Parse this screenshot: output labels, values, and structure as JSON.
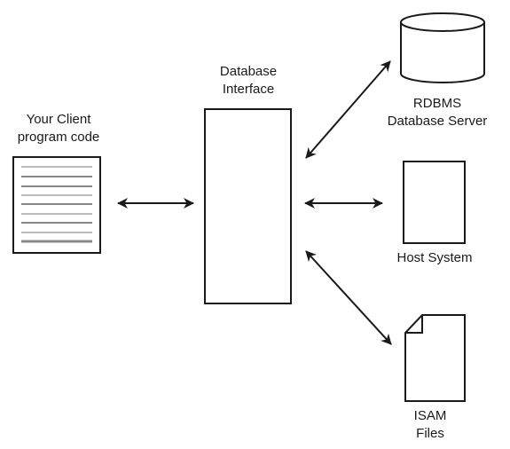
{
  "nodes": {
    "client": {
      "label_line1": "Your Client",
      "label_line2": "program code"
    },
    "interface": {
      "label_line1": "Database",
      "label_line2": "Interface"
    },
    "rdbms": {
      "label_line1": "RDBMS",
      "label_line2": "Database Server"
    },
    "host": {
      "label": "Host System"
    },
    "isam": {
      "label_line1": "ISAM",
      "label_line2": "Files"
    }
  },
  "colors": {
    "stroke": "#1a1a1a",
    "paper_line_dark": "#888888",
    "paper_line_light": "#bbbbbb"
  }
}
